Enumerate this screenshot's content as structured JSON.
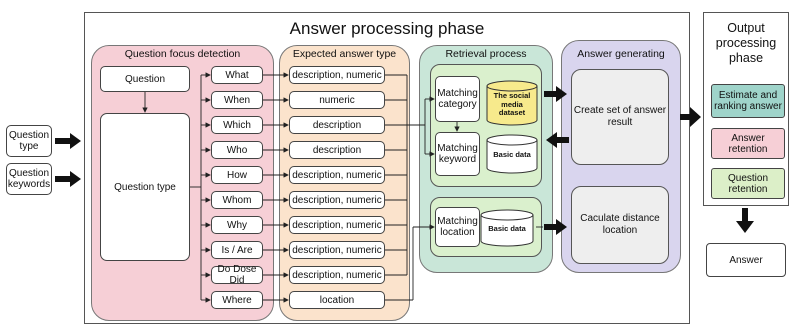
{
  "main": {
    "title": "Answer processing phase"
  },
  "inputs": {
    "question_type": "Question type",
    "question_keywords": "Question keywords"
  },
  "focus": {
    "title": "Question focus detection",
    "question": "Question",
    "question_type": "Question type",
    "words": [
      "What",
      "When",
      "Which",
      "Who",
      "How",
      "Whom",
      "Why",
      "Is / Are",
      "Do Dose Did",
      "Where"
    ]
  },
  "expected": {
    "title": "Expected answer type",
    "types": [
      "description, numeric",
      "numeric",
      "description",
      "description",
      "description, numeric",
      "description, numeric",
      "description, numeric",
      "description, numeric",
      "description, numeric",
      "location"
    ]
  },
  "retrieval": {
    "title": "Retrieval process",
    "matching_category": "Matching category",
    "matching_keyword": "Matching keyword",
    "matching_location": "Matching location",
    "social_media_dataset": "The social media dataset",
    "basic_data_1": "Basic data",
    "basic_data_2": "Basic data"
  },
  "generating": {
    "title": "Answer generating",
    "create_set": "Create set of answer result",
    "calculate_distance": "Caculate distance location"
  },
  "output": {
    "title": "Output processing phase",
    "estimate": "Estimate and ranking answer",
    "retention": "Answer retention",
    "question_retention": "Question retention",
    "answer": "Answer"
  },
  "colors": {
    "focus_bg": "#f6cfd6",
    "expected_bg": "#fbe3cc",
    "retrieval_bg": "#c9e6d8",
    "retrieval_inner": "#daf0cd",
    "generating_bg": "#d9d5ee",
    "estimate_bg": "#9fd4ca",
    "retention_bg": "#f6cfd6",
    "question_retention_bg": "#dcefc8",
    "cylinder_yellow": "#f7ea8c"
  }
}
